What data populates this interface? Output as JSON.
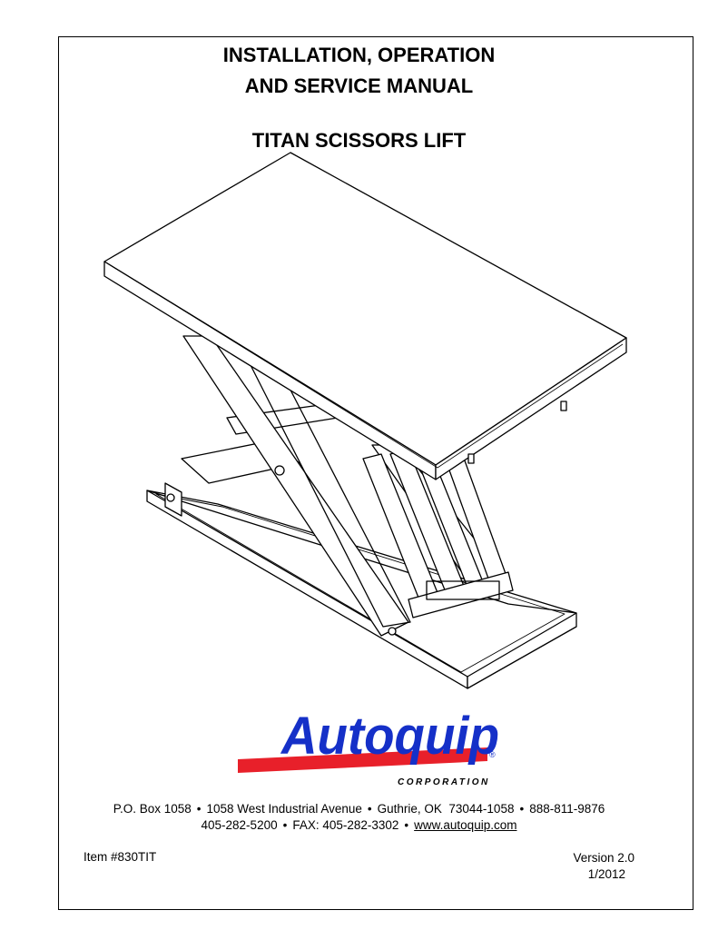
{
  "title": {
    "line1": "INSTALLATION, OPERATION",
    "line2": "AND SERVICE MANUAL",
    "line3": "TITAN SCISSORS LIFT"
  },
  "logo": {
    "name": "Autoquip",
    "registered": "®",
    "subtitle": "CORPORATION",
    "colors": {
      "text": "#1530c8",
      "bar": "#e8202a"
    }
  },
  "address": {
    "line1": [
      "P.O. Box 1058",
      "1058 West Industrial Avenue",
      "Guthrie, OK  73044-1058",
      "888-811-9876"
    ],
    "line2": [
      "405-282-5200",
      "FAX: 405-282-3302"
    ],
    "website": "www.autoquip.com",
    "separator": "•"
  },
  "footer": {
    "item": "Item #830TIT",
    "version": "Version 2.0",
    "date": "1/2012"
  }
}
